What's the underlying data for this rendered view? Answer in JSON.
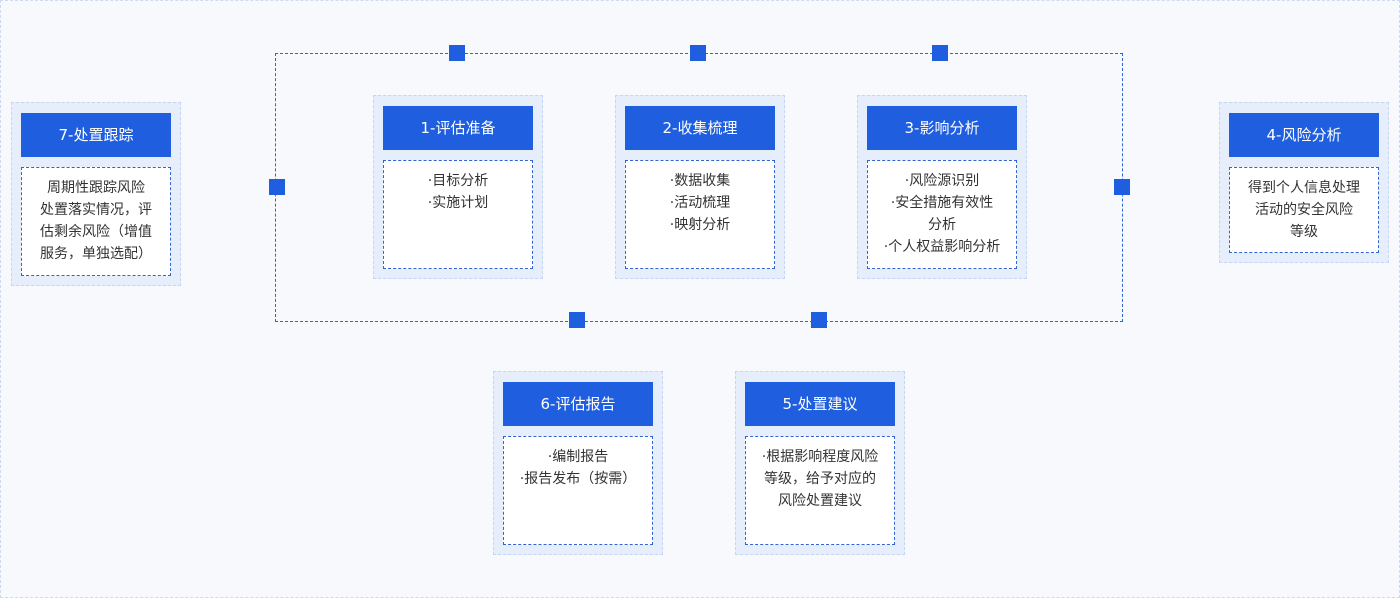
{
  "steps": {
    "s1": {
      "title": "1-评估准备",
      "lines": [
        "·目标分析",
        "·实施计划"
      ]
    },
    "s2": {
      "title": "2-收集梳理",
      "lines": [
        "·数据收集",
        "·活动梳理",
        "·映射分析"
      ]
    },
    "s3": {
      "title": "3-影响分析",
      "lines": [
        "·风险源识别",
        "·安全措施有效性",
        "分析",
        "·个人权益影响分析"
      ]
    },
    "s4": {
      "title": "4-风险分析",
      "lines": [
        "得到个人信息处理",
        "活动的安全风险",
        "等级"
      ]
    },
    "s5": {
      "title": "5-处置建议",
      "lines": [
        "·根据影响程度风险",
        "等级，给予对应的",
        "风险处置建议"
      ]
    },
    "s6": {
      "title": "6-评估报告",
      "lines": [
        "·编制报告",
        "·报告发布（按需）"
      ]
    },
    "s7": {
      "title": "7-处置跟踪",
      "lines": [
        "周期性跟踪风险",
        "处置落实情况，评",
        "估剩余风险（增值",
        "服务，单独选配）"
      ]
    }
  },
  "colors": {
    "accent": "#1f5ede",
    "card_bg": "#e6eefb",
    "text": "#333333"
  }
}
